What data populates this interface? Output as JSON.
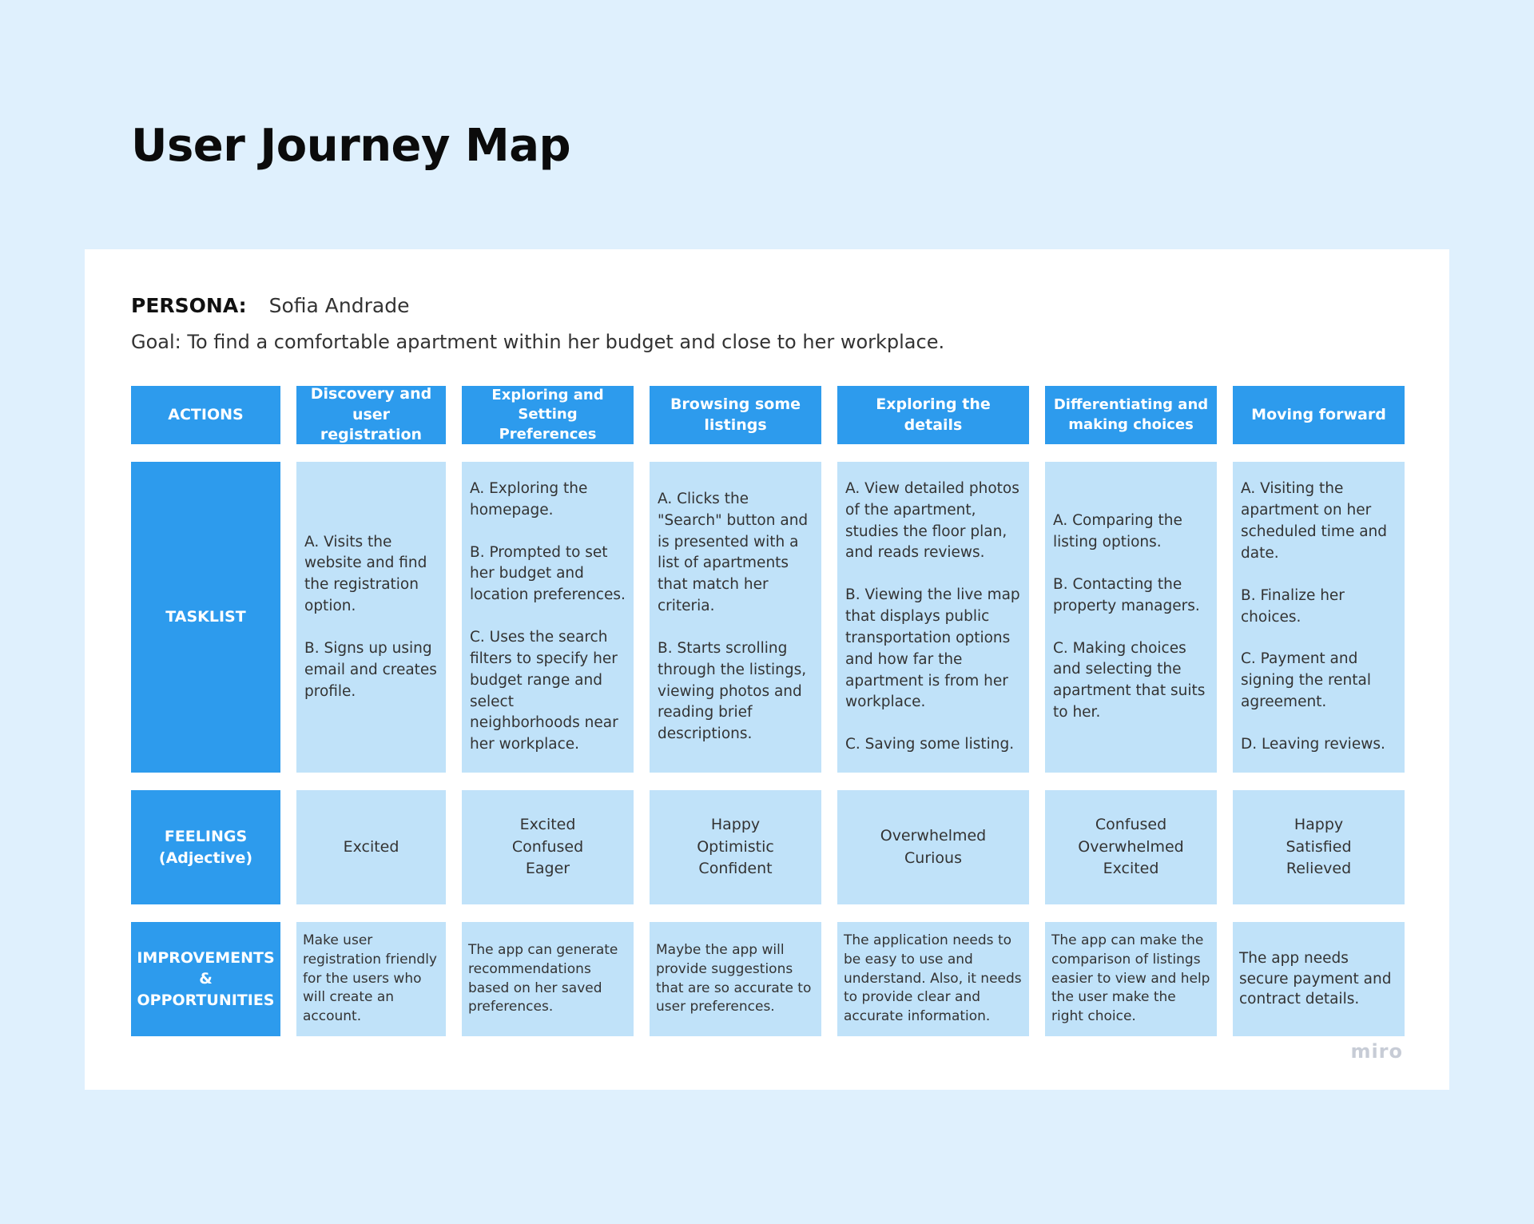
{
  "title": "User Journey Map",
  "persona": {
    "label": "PERSONA:",
    "name": "Sofia Andrade",
    "goal": "Goal: To find a comfortable apartment within her budget and close to her workplace."
  },
  "row_labels": {
    "actions": "ACTIONS",
    "tasklist": "TASKLIST",
    "feelings_line1": "FEELINGS",
    "feelings_line2": "(Adjective)",
    "improvements_line1": "IMPROVEMENTS",
    "improvements_line2": "&",
    "improvements_line3": "OPPORTUNITIES"
  },
  "stages": [
    {
      "action": "Discovery and user registration",
      "tasks": [
        "A. Visits the website and find the registration option.",
        "B. Signs up using email and creates profile."
      ],
      "feelings": [
        "Excited"
      ],
      "improvement": "Make user registration friendly for the users who will create an account."
    },
    {
      "action": "Exploring and Setting Preferences",
      "tasks": [
        "A. Exploring the homepage.",
        "B. Prompted to set her budget and location preferences.",
        "C. Uses the search filters to specify her budget range and select neighborhoods near her workplace."
      ],
      "feelings": [
        "Excited",
        "Confused",
        "Eager"
      ],
      "improvement": "The app can generate recommendations based on her saved preferences."
    },
    {
      "action": "Browsing some listings",
      "tasks": [
        "A. Clicks the \"Search\" button and is presented with a list of apartments that match her criteria.",
        "B. Starts scrolling through the listings, viewing photos and reading brief descriptions."
      ],
      "feelings": [
        "Happy",
        "Optimistic",
        "Confident"
      ],
      "improvement": "Maybe the app will provide suggestions that are so accurate to user preferences."
    },
    {
      "action": "Exploring the details",
      "tasks": [
        "A. View detailed photos of the apartment, studies the floor plan, and reads reviews.",
        "B. Viewing the live map that displays public transportation options and how far the apartment is from her workplace.",
        "C. Saving some listing."
      ],
      "feelings": [
        "Overwhelmed",
        "Curious"
      ],
      "improvement": "The application needs to be easy to use and understand. Also, it needs to provide clear and accurate information."
    },
    {
      "action": "Differentiating and making choices",
      "tasks": [
        "A. Comparing the listing options.",
        "B. Contacting the property managers.",
        "C. Making choices and selecting the apartment that suits to her."
      ],
      "feelings": [
        "Confused",
        "Overwhelmed",
        "Excited"
      ],
      "improvement": "The app can make the comparison of listings easier to view and help the user make the right choice."
    },
    {
      "action": "Moving forward",
      "tasks": [
        "A. Visiting the apartment on her scheduled time and date.",
        "B. Finalize her choices.",
        "C. Payment and signing the rental agreement.",
        "D. Leaving reviews."
      ],
      "feelings": [
        "Happy",
        "Satisfied",
        "Relieved"
      ],
      "improvement": "The app needs secure payment and contract details."
    }
  ],
  "watermark": "miro",
  "colors": {
    "background": "#dff0fd",
    "header_blue": "#2d9bed",
    "cell_light_blue": "#c0e2f9"
  }
}
